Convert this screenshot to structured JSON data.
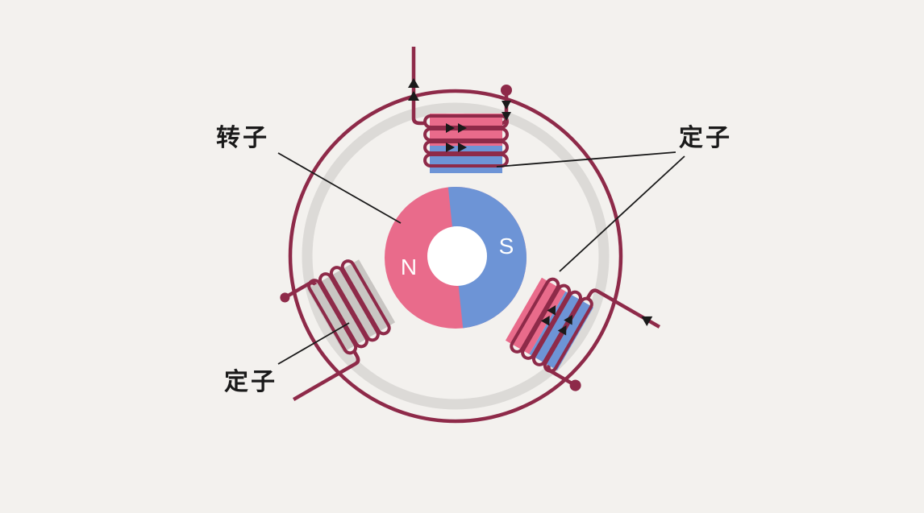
{
  "diagram": {
    "type": "motor-rotor-stator-schematic",
    "labels": {
      "rotor": "转子",
      "stator_top_right": "定子",
      "stator_bottom_left": "定子"
    },
    "rotor_poles": {
      "north": "N",
      "south": "S"
    },
    "colors": {
      "background": "#f3f1ee",
      "wire": "#8e2a49",
      "pink": "#e96b8b",
      "blue": "#6d94d6",
      "ring": "#dcdad7",
      "core_gray": "#c9c6c3",
      "text": "#1a1a1a",
      "pole_text": "#ffffff",
      "hole": "#ffffff"
    }
  }
}
